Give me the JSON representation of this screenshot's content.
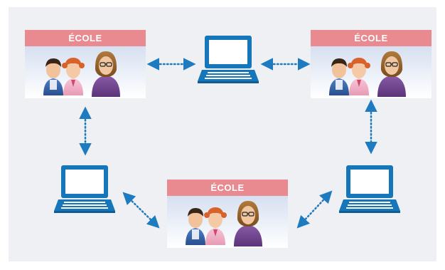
{
  "diagram": {
    "schools": [
      {
        "id": "school-top-left",
        "label": "ÉCOLE"
      },
      {
        "id": "school-top-right",
        "label": "ÉCOLE"
      },
      {
        "id": "school-bottom-center",
        "label": "ÉCOLE"
      }
    ],
    "laptops": [
      {
        "id": "laptop-top-center"
      },
      {
        "id": "laptop-left"
      },
      {
        "id": "laptop-right"
      }
    ],
    "connections": [
      {
        "from": "school-top-left",
        "to": "laptop-top-center"
      },
      {
        "from": "laptop-top-center",
        "to": "school-top-right"
      },
      {
        "from": "school-top-left",
        "to": "laptop-left"
      },
      {
        "from": "school-top-right",
        "to": "laptop-right"
      },
      {
        "from": "laptop-left",
        "to": "school-bottom-center"
      },
      {
        "from": "school-bottom-center",
        "to": "laptop-right"
      }
    ],
    "colors": {
      "background": "#eef0f3",
      "school_header": "#e88a8f",
      "school_body_top": "#cfdbee",
      "school_body_bottom": "#ffffff",
      "laptop": "#1576b9",
      "connector": "#1e7bbf"
    },
    "icons": [
      "school-icon",
      "laptop-icon",
      "boy-icon",
      "girl-icon",
      "teacher-icon",
      "double-arrow-icon"
    ]
  }
}
